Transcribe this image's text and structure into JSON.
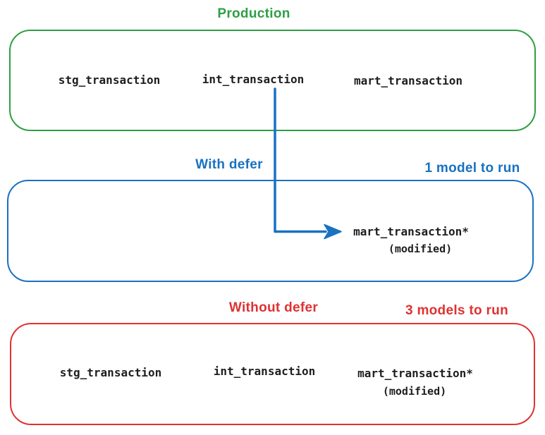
{
  "colors": {
    "production_green": "#2f9e44",
    "defer_blue": "#1971c2",
    "no_defer_red": "#e03131",
    "model_text": "#1e1e1e"
  },
  "production": {
    "label": "Production",
    "models": [
      "stg_transaction",
      "int_transaction",
      "mart_transaction"
    ]
  },
  "with_defer": {
    "label": "With defer",
    "run_count": "1 model to run",
    "model": "mart_transaction*",
    "note": "(modified)"
  },
  "without_defer": {
    "label": "Without defer",
    "run_count": "3 models to run",
    "models": [
      "stg_transaction",
      "int_transaction",
      "mart_transaction*"
    ],
    "note": "(modified)"
  }
}
